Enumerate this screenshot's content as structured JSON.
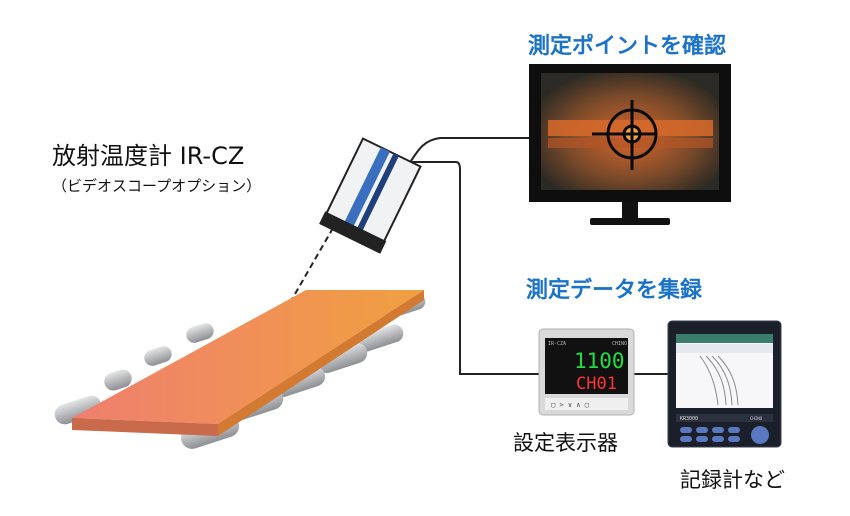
{
  "titles": {
    "monitor_heading": "測定ポイントを確認",
    "data_heading": "測定データを集録"
  },
  "thermometer": {
    "name": "放射温度計 IR-CZ",
    "option": "（ビデオスコープオプション）"
  },
  "devices": {
    "controller_label": "設定表示器",
    "recorder_label": "記録計など",
    "controller_screen": {
      "top_value": "1100",
      "bottom_value": "CH01",
      "model": "IR-CZA",
      "brand": "CHINO"
    },
    "recorder_model": "KR3000",
    "recorder_brand": "CHINO"
  },
  "colors": {
    "heading_blue": "#1a73c7",
    "slab_start": "#ef7f6f",
    "slab_end": "#f0a040",
    "roller": "#bfc1c4",
    "led_green": "#22dd44",
    "led_red": "#ff3333"
  }
}
